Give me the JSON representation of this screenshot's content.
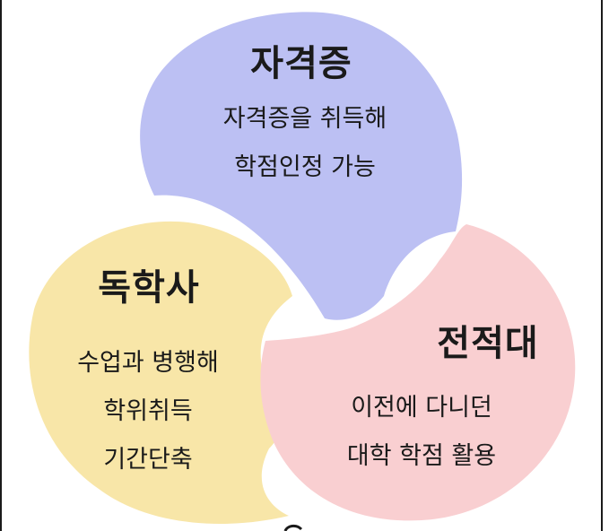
{
  "colors": {
    "blue": "#bcc0f3",
    "yellow": "#f8e6a8",
    "pink": "#f9cfd1",
    "text": "#1a1a1a"
  },
  "blocks": {
    "certificate": {
      "title": "자격증",
      "lines": [
        "자격증을 취득해",
        "학점인정 가능"
      ]
    },
    "self_study": {
      "title": "독학사",
      "lines": [
        "수업과 병행해",
        "학위취득",
        "기간단축"
      ]
    },
    "transfer": {
      "title": "전적대",
      "lines": [
        "이전에 다니던",
        "대학 학점 활용"
      ]
    }
  }
}
